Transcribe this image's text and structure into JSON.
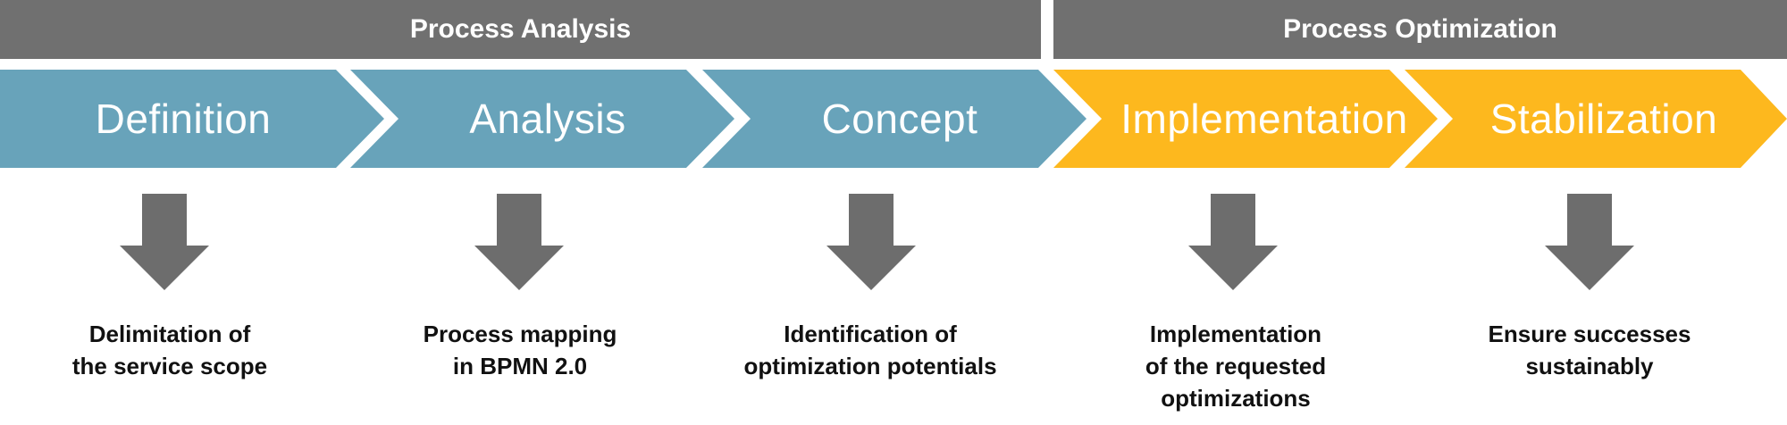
{
  "colors": {
    "header_bg": "#707070",
    "analysis_phase": "#68A3BA",
    "optimization_phase": "#FDB81E",
    "arrow": "#6D6D6D"
  },
  "header": {
    "analysis": "Process Analysis",
    "optimization": "Process Optimization"
  },
  "steps": [
    {
      "label": "Definition",
      "desc_line1": "Delimitation of",
      "desc_line2": "the service scope",
      "desc_line3": ""
    },
    {
      "label": "Analysis",
      "desc_line1": "Process mapping",
      "desc_line2": "in BPMN 2.0",
      "desc_line3": ""
    },
    {
      "label": "Concept",
      "desc_line1": "Identification of",
      "desc_line2": "optimization potentials",
      "desc_line3": ""
    },
    {
      "label": "Implementation",
      "desc_line1": "Implementation",
      "desc_line2": "of the requested",
      "desc_line3": "optimizations"
    },
    {
      "label": "Stabilization",
      "desc_line1": "Ensure successes",
      "desc_line2": "sustainably",
      "desc_line3": ""
    }
  ]
}
